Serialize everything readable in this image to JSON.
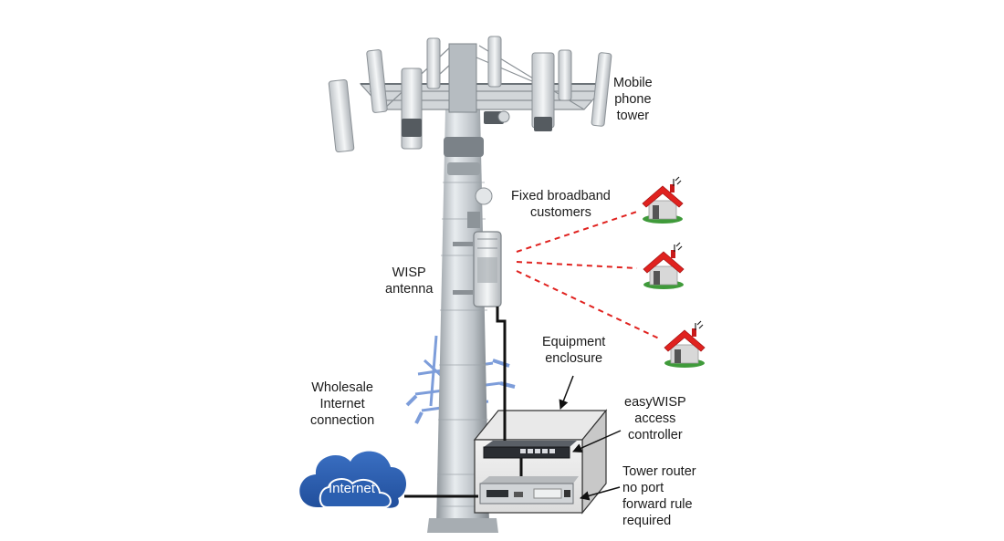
{
  "labels": {
    "mobile_tower": [
      "Mobile",
      "phone",
      "tower"
    ],
    "fixed_customers": [
      "Fixed broadband",
      "customers"
    ],
    "wisp_antenna": [
      "WISP",
      "antenna"
    ],
    "equipment_enclosure": [
      "Equipment",
      "enclosure"
    ],
    "wholesale": [
      "Wholesale",
      "Internet",
      "connection"
    ],
    "easywisp": [
      "easyWISP",
      "access",
      "controller"
    ],
    "tower_router": [
      "Tower router",
      "no port",
      "forward rule",
      "required"
    ],
    "internet_cloud": "Internet"
  },
  "colors": {
    "cloud": "#2e5fad",
    "house_roof": "#e0221f",
    "house_wall": "#d6d6d6",
    "grass": "#3f9a3a",
    "wireless_link": "#e0221f",
    "cable": "#111111",
    "tower_metal": "#c9ced3",
    "antenna_blue": "#6f93d6"
  },
  "icons": [
    "cell-tower-icon",
    "wisp-antenna-icon",
    "house-icon",
    "cloud-icon",
    "switch-icon",
    "router-icon"
  ]
}
